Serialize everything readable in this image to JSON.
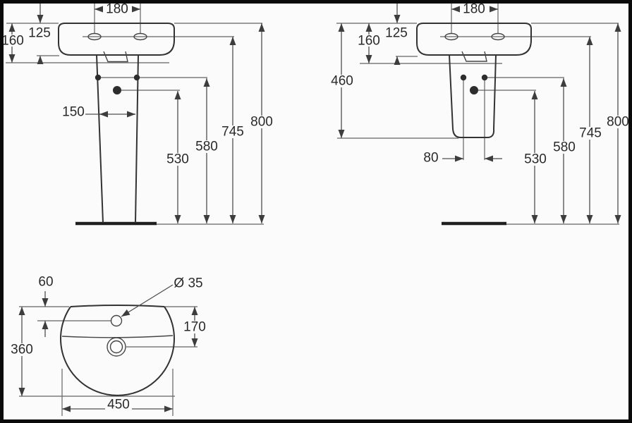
{
  "colors": {
    "background": "#fbfbfb",
    "border": "#0a0a0a",
    "outline": "#333333",
    "dimension_line": "#4f4f4f",
    "text": "#2a2a2a"
  },
  "views": {
    "pedestal": {
      "dims": {
        "tap_spacing": "180",
        "basin_height": "160",
        "front_edge_height": "125",
        "pedestal_width": "150",
        "inlet_height": "530",
        "fixing_height": "580",
        "underside_height": "745",
        "total_height": "800"
      }
    },
    "semi": {
      "dims": {
        "tap_spacing": "180",
        "basin_height": "160",
        "front_edge_height": "125",
        "semi_pedestal_height": "460",
        "fixing_spacing": "80",
        "inlet_height": "530",
        "fixing_height": "580",
        "underside_height": "745",
        "total_height": "800"
      }
    },
    "plan": {
      "dims": {
        "tap_hole_offset": "60",
        "tap_hole_diameter": "Ø 35",
        "drain_offset": "170",
        "depth": "360",
        "width": "450"
      }
    }
  }
}
